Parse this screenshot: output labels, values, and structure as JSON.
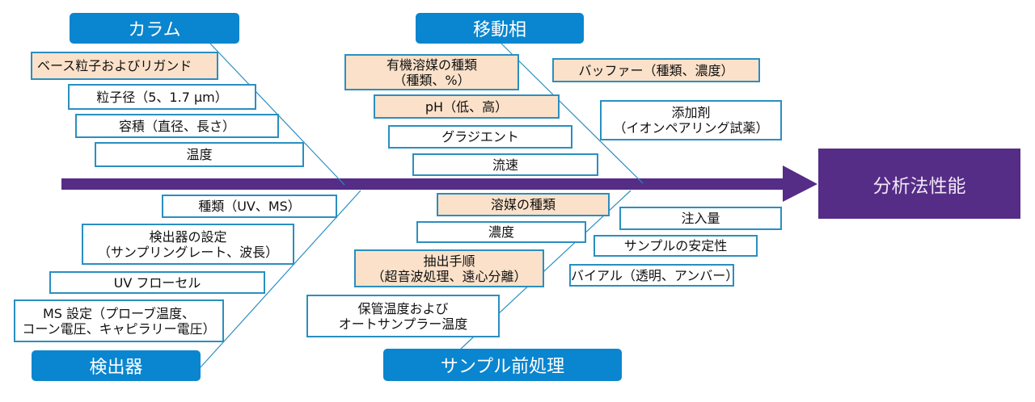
{
  "result": {
    "label": "分析法性能"
  },
  "categories": {
    "column": {
      "label": "カラム",
      "items": [
        {
          "text": "ベース粒子およびリガンド",
          "highlight": true
        },
        {
          "text": "粒子径（5、1.7 µm）",
          "highlight": false
        },
        {
          "text": "容積（直径、長さ）",
          "highlight": false
        },
        {
          "text": "温度",
          "highlight": false
        }
      ]
    },
    "mobile_phase": {
      "label": "移動相",
      "items": [
        {
          "text": "有機溶媒の種類\n（種類、%）",
          "highlight": true
        },
        {
          "text": "pH（低、高）",
          "highlight": true
        },
        {
          "text": "グラジエント",
          "highlight": false
        },
        {
          "text": "流速",
          "highlight": false
        },
        {
          "text": "バッファー（種類、濃度）",
          "highlight": true
        },
        {
          "text": "添加剤\n（イオンペアリング試薬）",
          "highlight": false
        }
      ]
    },
    "detector": {
      "label": "検出器",
      "items": [
        {
          "text": "種類（UV、MS）",
          "highlight": false
        },
        {
          "text": "検出器の設定\n（サンプリングレート、波長）",
          "highlight": false
        },
        {
          "text": "UV フローセル",
          "highlight": false
        },
        {
          "text": "MS 設定（プローブ温度、\nコーン電圧、キャピラリー電圧）",
          "highlight": false
        }
      ]
    },
    "sample_prep": {
      "label": "サンプル前処理",
      "items": [
        {
          "text": "溶媒の種類",
          "highlight": true
        },
        {
          "text": "濃度",
          "highlight": false
        },
        {
          "text": "抽出手順\n（超音波処理、遠心分離）",
          "highlight": true
        },
        {
          "text": "保管温度および\nオートサンプラー温度",
          "highlight": false
        },
        {
          "text": "注入量",
          "highlight": false
        },
        {
          "text": "サンプルの安定性",
          "highlight": false
        },
        {
          "text": "バイアル（透明、アンバー）",
          "highlight": false
        }
      ]
    }
  },
  "colors": {
    "header": "#0a85cf",
    "spine": "#552c86",
    "highlight": "#fbe1c9",
    "border": "#2a8fc0"
  }
}
